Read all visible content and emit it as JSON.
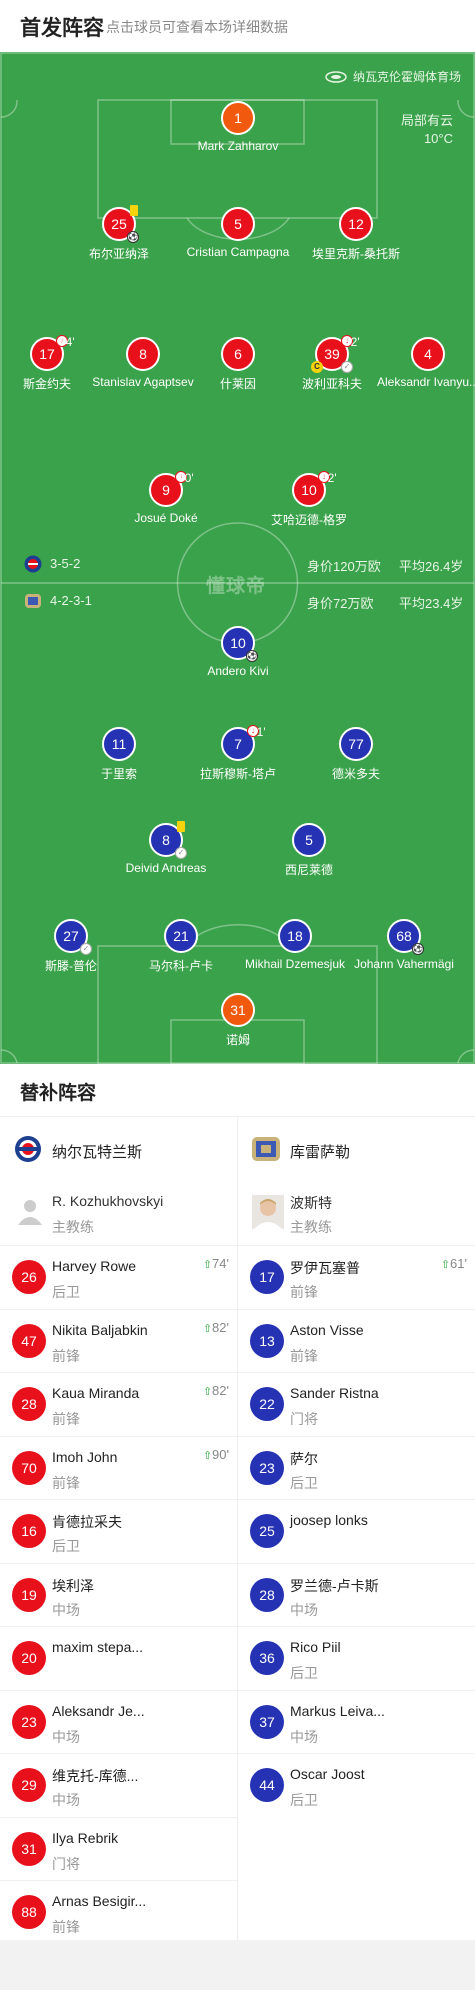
{
  "header": {
    "title": "首发阵容",
    "subtitle": "点击球员可查看本场详细数据"
  },
  "venue": "纳瓦克伦霍姆体育场",
  "weather": {
    "condition": "局部有云",
    "temp": "10°C"
  },
  "watermark": "懂球帝",
  "teams": {
    "home": {
      "formation": "3-5-2",
      "value": "身价120万欧",
      "avg_age": "平均26.4岁",
      "color": "#e8101b"
    },
    "away": {
      "formation": "4-2-3-1",
      "value": "身价72万欧",
      "avg_age": "平均23.4岁",
      "color": "#2432b3"
    }
  },
  "lineup": {
    "home": [
      {
        "number": "1",
        "name": "Mark Zahharov"
      },
      {
        "number": "25",
        "name": "布尔亚纳泽"
      },
      {
        "number": "5",
        "name": "Cristian Campagna"
      },
      {
        "number": "12",
        "name": "埃里克斯-桑托斯"
      },
      {
        "number": "17",
        "name": "斯金约夫",
        "minute": "74'"
      },
      {
        "number": "8",
        "name": "Stanislav Agaptsev"
      },
      {
        "number": "6",
        "name": "什莱因"
      },
      {
        "number": "39",
        "name": "波利亚科夫",
        "minute": "82'",
        "captain": "C"
      },
      {
        "number": "4",
        "name": "Aleksandr Ivanyu..."
      },
      {
        "number": "9",
        "name": "Josué Doké",
        "minute": "90'"
      },
      {
        "number": "10",
        "name": "艾哈迈德-格罗",
        "minute": "82'"
      }
    ],
    "away": [
      {
        "number": "10",
        "name": "Andero Kivi"
      },
      {
        "number": "11",
        "name": "于里索"
      },
      {
        "number": "7",
        "name": "拉斯穆斯-塔卢",
        "minute": "61'"
      },
      {
        "number": "77",
        "name": "德米多夫"
      },
      {
        "number": "8",
        "name": "Deivid Andreas"
      },
      {
        "number": "5",
        "name": "西尼莱德"
      },
      {
        "number": "27",
        "name": "斯滕-普伦"
      },
      {
        "number": "21",
        "name": "马尔科-卢卡"
      },
      {
        "number": "18",
        "name": "Mikhail Dzemesjuk"
      },
      {
        "number": "68",
        "name": "Johann Vahermägi"
      },
      {
        "number": "31",
        "name": "诺姆"
      }
    ]
  },
  "subs": {
    "title": "替补阵容",
    "home": {
      "team_name": "纳尔瓦特兰斯",
      "coach": {
        "name": "R. Kozhukhovskyi",
        "role": "主教练"
      },
      "players": [
        {
          "number": "26",
          "name": "Harvey Rowe",
          "pos": "后卫",
          "minute": "74'"
        },
        {
          "number": "47",
          "name": "Nikita Baljabkin",
          "pos": "前锋",
          "minute": "82'"
        },
        {
          "number": "28",
          "name": "Kaua Miranda",
          "pos": "前锋",
          "minute": "82'"
        },
        {
          "number": "70",
          "name": "Imoh John",
          "pos": "前锋",
          "minute": "90'"
        },
        {
          "number": "16",
          "name": "肯德拉采夫",
          "pos": "后卫"
        },
        {
          "number": "19",
          "name": "埃利泽",
          "pos": "中场"
        },
        {
          "number": "20",
          "name": "maxim stepa...",
          "pos": ""
        },
        {
          "number": "23",
          "name": "Aleksandr Je...",
          "pos": "中场"
        },
        {
          "number": "29",
          "name": "维克托-库德...",
          "pos": "中场"
        },
        {
          "number": "31",
          "name": "Ilya Rebrik",
          "pos": "门将"
        },
        {
          "number": "88",
          "name": "Arnas Besigir...",
          "pos": "前锋"
        }
      ]
    },
    "away": {
      "team_name": "库雷萨勒",
      "coach": {
        "name": "波斯特",
        "role": "主教练"
      },
      "players": [
        {
          "number": "17",
          "name": "罗伊瓦塞普",
          "pos": "前锋",
          "minute": "61'"
        },
        {
          "number": "13",
          "name": "Aston Visse",
          "pos": "前锋"
        },
        {
          "number": "22",
          "name": "Sander Ristna",
          "pos": "门将"
        },
        {
          "number": "23",
          "name": "萨尔",
          "pos": "后卫"
        },
        {
          "number": "25",
          "name": "joosep lonks",
          "pos": ""
        },
        {
          "number": "28",
          "name": "罗兰德-卢卡斯",
          "pos": "中场"
        },
        {
          "number": "36",
          "name": "Rico Piil",
          "pos": "后卫"
        },
        {
          "number": "37",
          "name": "Markus Leiva...",
          "pos": "中场"
        },
        {
          "number": "44",
          "name": "Oscar Joost",
          "pos": "后卫"
        }
      ]
    }
  }
}
